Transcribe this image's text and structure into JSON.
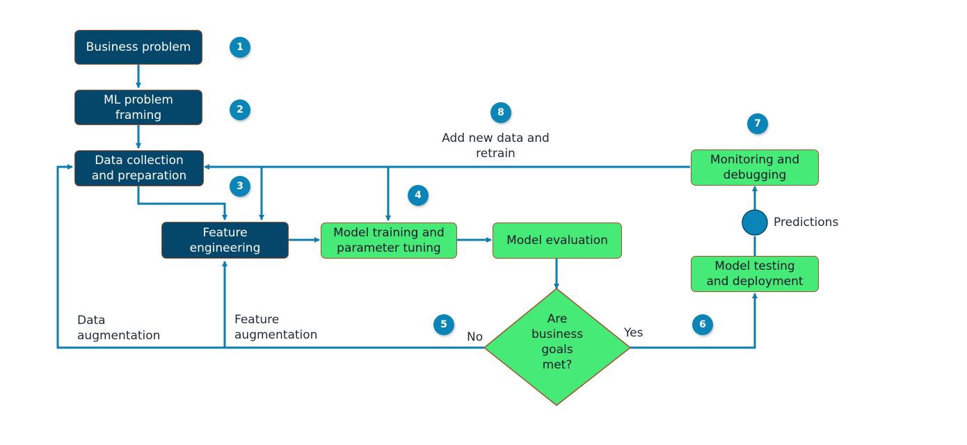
{
  "nodes": {
    "business_problem": "Business problem",
    "ml_framing": [
      "ML problem",
      "framing"
    ],
    "data_collection": [
      "Data collection",
      "and preparation"
    ],
    "feature_engineering": [
      "Feature",
      "engineering"
    ],
    "model_training": [
      "Model training and",
      "parameter tuning"
    ],
    "model_evaluation": "Model evaluation",
    "decision": [
      "Are",
      "business",
      "goals",
      "met?"
    ],
    "model_testing": [
      "Model testing",
      "and deployment"
    ],
    "monitoring": [
      "Monitoring and",
      "debugging"
    ]
  },
  "badges": [
    "1",
    "2",
    "3",
    "4",
    "5",
    "6",
    "7",
    "8"
  ],
  "labels": {
    "retrain": [
      "Add new data and",
      "retrain"
    ],
    "predictions": "Predictions",
    "data_augmentation": [
      "Data",
      "augmentation"
    ],
    "feature_augmentation": [
      "Feature",
      "augmentation"
    ],
    "no": "No",
    "yes": "Yes"
  },
  "colors": {
    "dark_box": "#05476b",
    "green_box": "#46ea77",
    "box_border": "#a0522d",
    "connector": "#0b7db0",
    "badge": "#0b85b8"
  }
}
